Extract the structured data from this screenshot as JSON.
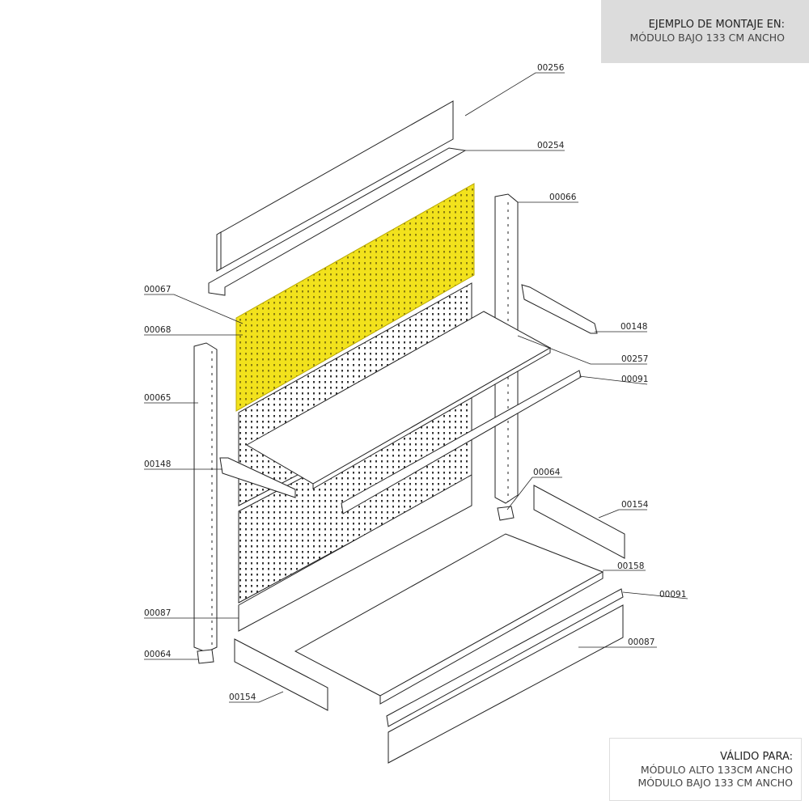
{
  "example_box": {
    "title": "EJEMPLO DE MONTAJE EN:",
    "subtitle": "MÓDULO BAJO 133 CM ANCHO"
  },
  "valid_box": {
    "title": "VÁLIDO PARA:",
    "line1": "MÓDULO ALTO 133CM ANCHO",
    "line2": "MÓDULO BAJO 133 CM ANCHO"
  },
  "highlight_color": "#f2e21c",
  "labels": {
    "l00256": "00256",
    "l00254": "00254",
    "l00066": "00066",
    "l00067": "00067",
    "l00068": "00068",
    "l00148r": "00148",
    "l00257": "00257",
    "l00091a": "00091",
    "l00065": "00065",
    "l00148l": "00148",
    "l00064r": "00064",
    "l00154r": "00154",
    "l00158": "00158",
    "l00091b": "00091",
    "l00087r": "00087",
    "l00087l": "00087",
    "l00064l": "00064",
    "l00154l": "00154"
  }
}
